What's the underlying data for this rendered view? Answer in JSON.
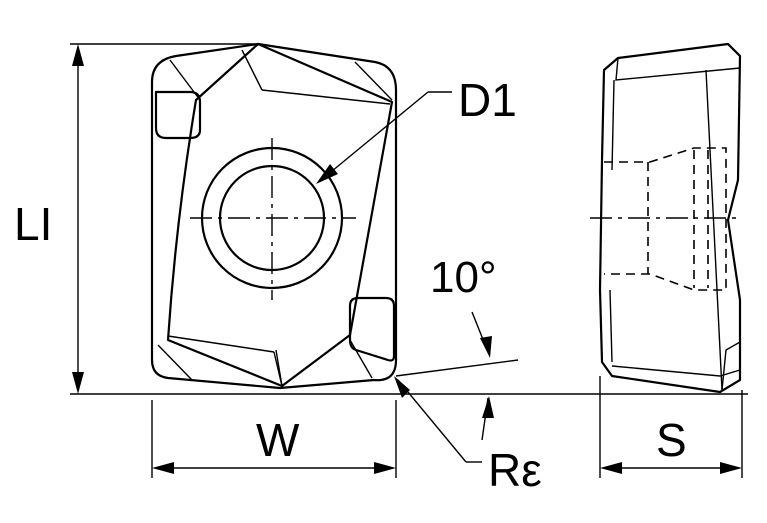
{
  "labels": {
    "length": "LI",
    "hole_diameter": "D1",
    "angle": "10°",
    "width": "W",
    "corner_radius": "Rε",
    "thickness": "S"
  }
}
